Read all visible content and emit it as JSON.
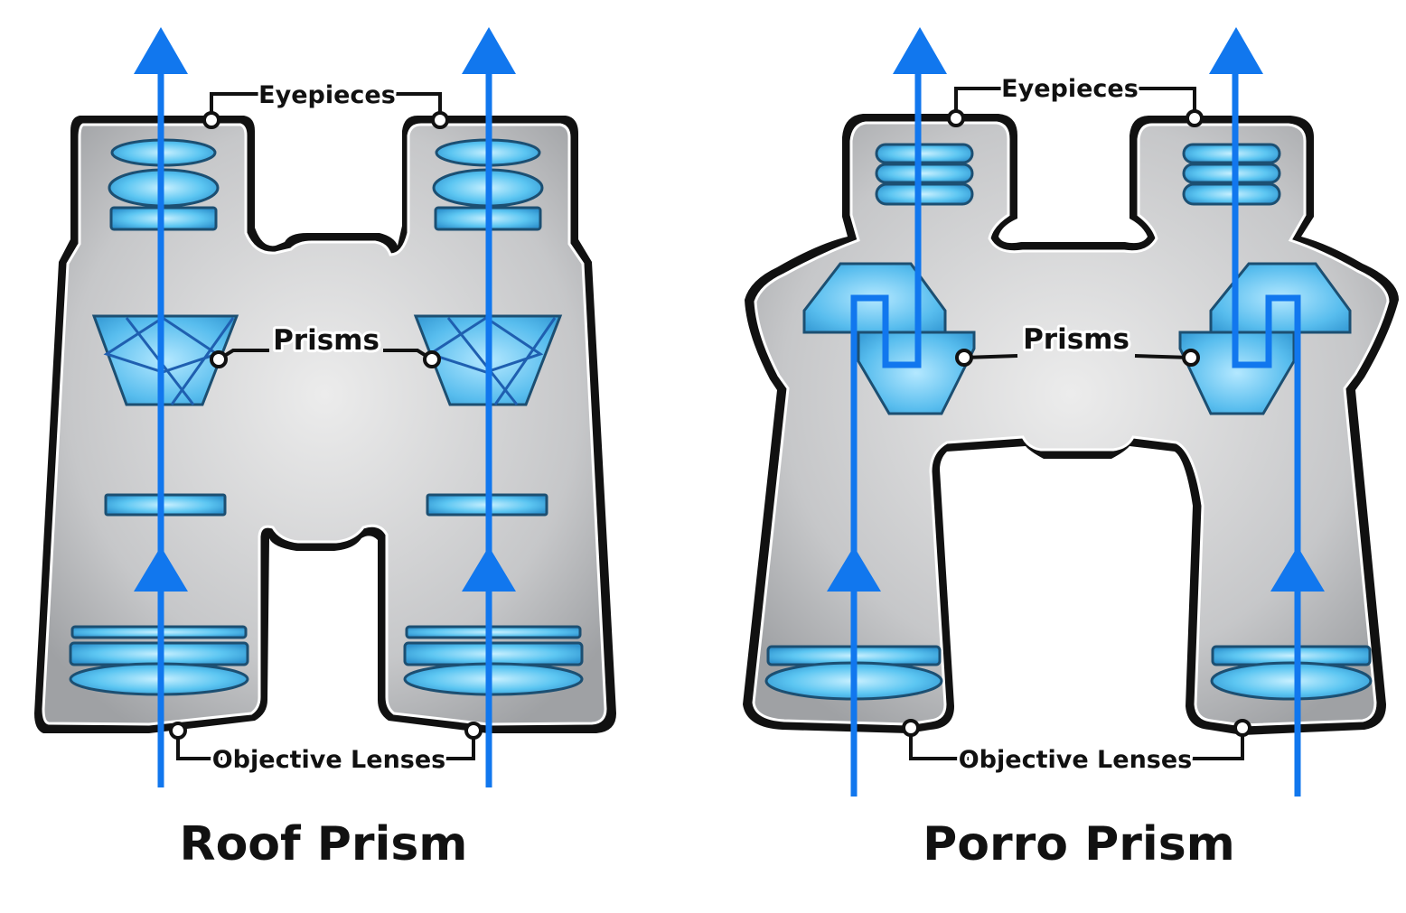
{
  "diagrams": [
    {
      "title": "Roof Prism",
      "labels": {
        "eyepieces": "Eyepieces",
        "prisms": "Prisms",
        "objective_lenses": "Objective Lenses"
      }
    },
    {
      "title": "Porro Prism",
      "labels": {
        "eyepieces": "Eyepieces",
        "prisms": "Prisms",
        "objective_lenses": "Objective Lenses"
      }
    }
  ],
  "colors": {
    "body": "#c8c9cb",
    "lens": "#59c3f0",
    "light_ray": "#1177ee",
    "outline": "#111111"
  }
}
